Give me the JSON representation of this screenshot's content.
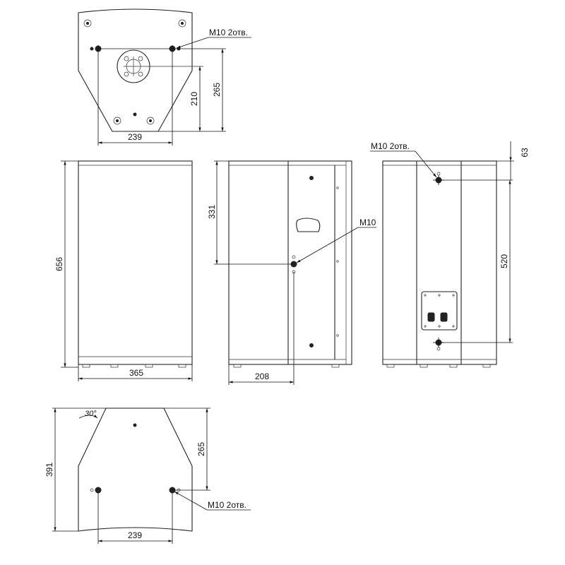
{
  "top_view": {
    "hole_label": "M10 2отв.",
    "dim_width": "239",
    "dim_210": "210",
    "dim_265": "265"
  },
  "front_view": {
    "dim_height": "656",
    "dim_width": "365"
  },
  "side_view": {
    "dim_331": "331",
    "dim_depth": "208",
    "hole_label": "M10"
  },
  "rear_view": {
    "hole_label": "M10 2отв.",
    "dim_63": "63",
    "dim_520": "520"
  },
  "bottom_view": {
    "angle_label": "30°",
    "dim_391": "391",
    "dim_265": "265",
    "dim_width": "239",
    "hole_label": "M10 2отв."
  }
}
